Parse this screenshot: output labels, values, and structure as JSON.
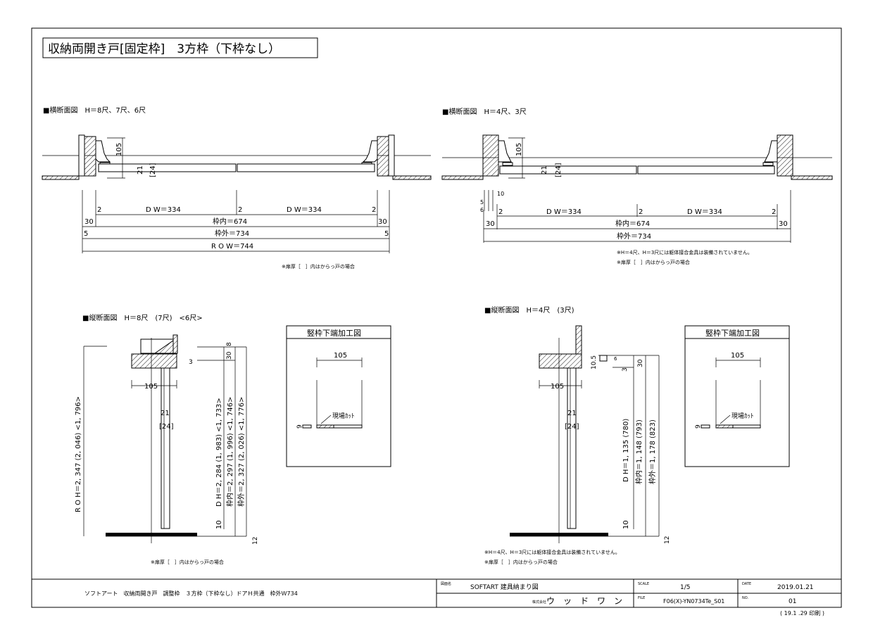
{
  "title": "収納両開き戸[固定枠]　3方枠（下枠なし）",
  "top_left": {
    "heading": "■横断面図　H＝8尺、7尺、6尺",
    "d105": "105",
    "d21": "21",
    "d24": "[24]",
    "d2a": "2",
    "d2b": "2",
    "d2c": "2",
    "dw1": "D W＝334",
    "dw2": "D W＝334",
    "d30a": "30",
    "d30b": "30",
    "wakuuchi": "枠内＝674",
    "d5a": "5",
    "d5b": "5",
    "wakusoto": "枠外＝734",
    "row": "R O W＝744",
    "note": "※扉厚［　］内はからっ戸の場合"
  },
  "top_right": {
    "heading": "■横断面図　H＝4尺、3尺",
    "d105": "105",
    "d21": "21",
    "d24": "[24]",
    "d10": "10",
    "d5": "5",
    "d6": "6",
    "d2a": "2",
    "d2b": "2",
    "d2c": "2",
    "dw1": "D W＝334",
    "dw2": "D W＝334",
    "d30a": "30",
    "d30b": "30",
    "wakuuchi": "枠内＝674",
    "wakusoto": "枠外＝734",
    "note1": "※H＝4尺、H＝3尺には躯体接合金具は装備されていません。",
    "note2": "※扉厚［　］内はからっ戸の場合"
  },
  "bottom_left": {
    "heading": "■縦断面図　H＝8尺　(7尺)　<6尺>",
    "roh": "R O H＝2, 347 (2, 046) <1, 796>",
    "dh": "D H＝2, 284 (1, 983) <1, 733>",
    "wakuuchi": "枠内＝2, 297 (1, 996) <1, 746>",
    "wakusoto": "枠外＝2, 327 (2, 026) <1, 776>",
    "d105": "105",
    "d21": "21",
    "d24": "[24]",
    "d8": "8",
    "d30": "30",
    "d3": "3",
    "d10": "10",
    "d12": "12",
    "note": "※扉厚［　］内はからっ戸の場合"
  },
  "detail_left": {
    "title": "竪枠下端加工図",
    "d105": "105",
    "cut": "現場ｶｯﾄ",
    "d9": "9"
  },
  "bottom_right": {
    "heading": "■縦断面図　H＝4尺　(3尺)",
    "dh": "D H＝1, 135 (780)",
    "wakuuchi": "枠内＝1, 148 (793)",
    "wakusoto": "枠外＝1, 178 (823)",
    "d105": "105",
    "d21": "21",
    "d24": "[24]",
    "d105b": "10.5",
    "d6": "6",
    "d30": "30",
    "d3": "3",
    "d10": "10",
    "d12": "12",
    "note1": "※H＝4尺、H＝3尺には躯体接合金具は装備されていません。",
    "note2": "※扉厚［　］内はからっ戸の場合"
  },
  "detail_right": {
    "title": "竪枠下端加工図",
    "d105": "105",
    "cut": "現場ｶｯﾄ",
    "d9": "9"
  },
  "titleblock": {
    "product": "ソフトアート　収納両開き戸　調整枠　３方枠（下枠なし）ドアＨ共通　枠外Ｗ734",
    "name_label": "図面名",
    "name_value": "SOFTART 建具納まり図",
    "company_label": "株式会社",
    "company_value": "ウ　ッ　ド　ワ　ン",
    "scale_label": "SCALE",
    "scale_value": "1/5",
    "file_label": "FILE",
    "file_value": "F06(X)-YN0734Te_S01",
    "date_label": "DATE",
    "date_value": "2019.01.21",
    "no_label": "NO.",
    "no_value": "01",
    "printed": "( 19.1 .29 印刷 )"
  }
}
